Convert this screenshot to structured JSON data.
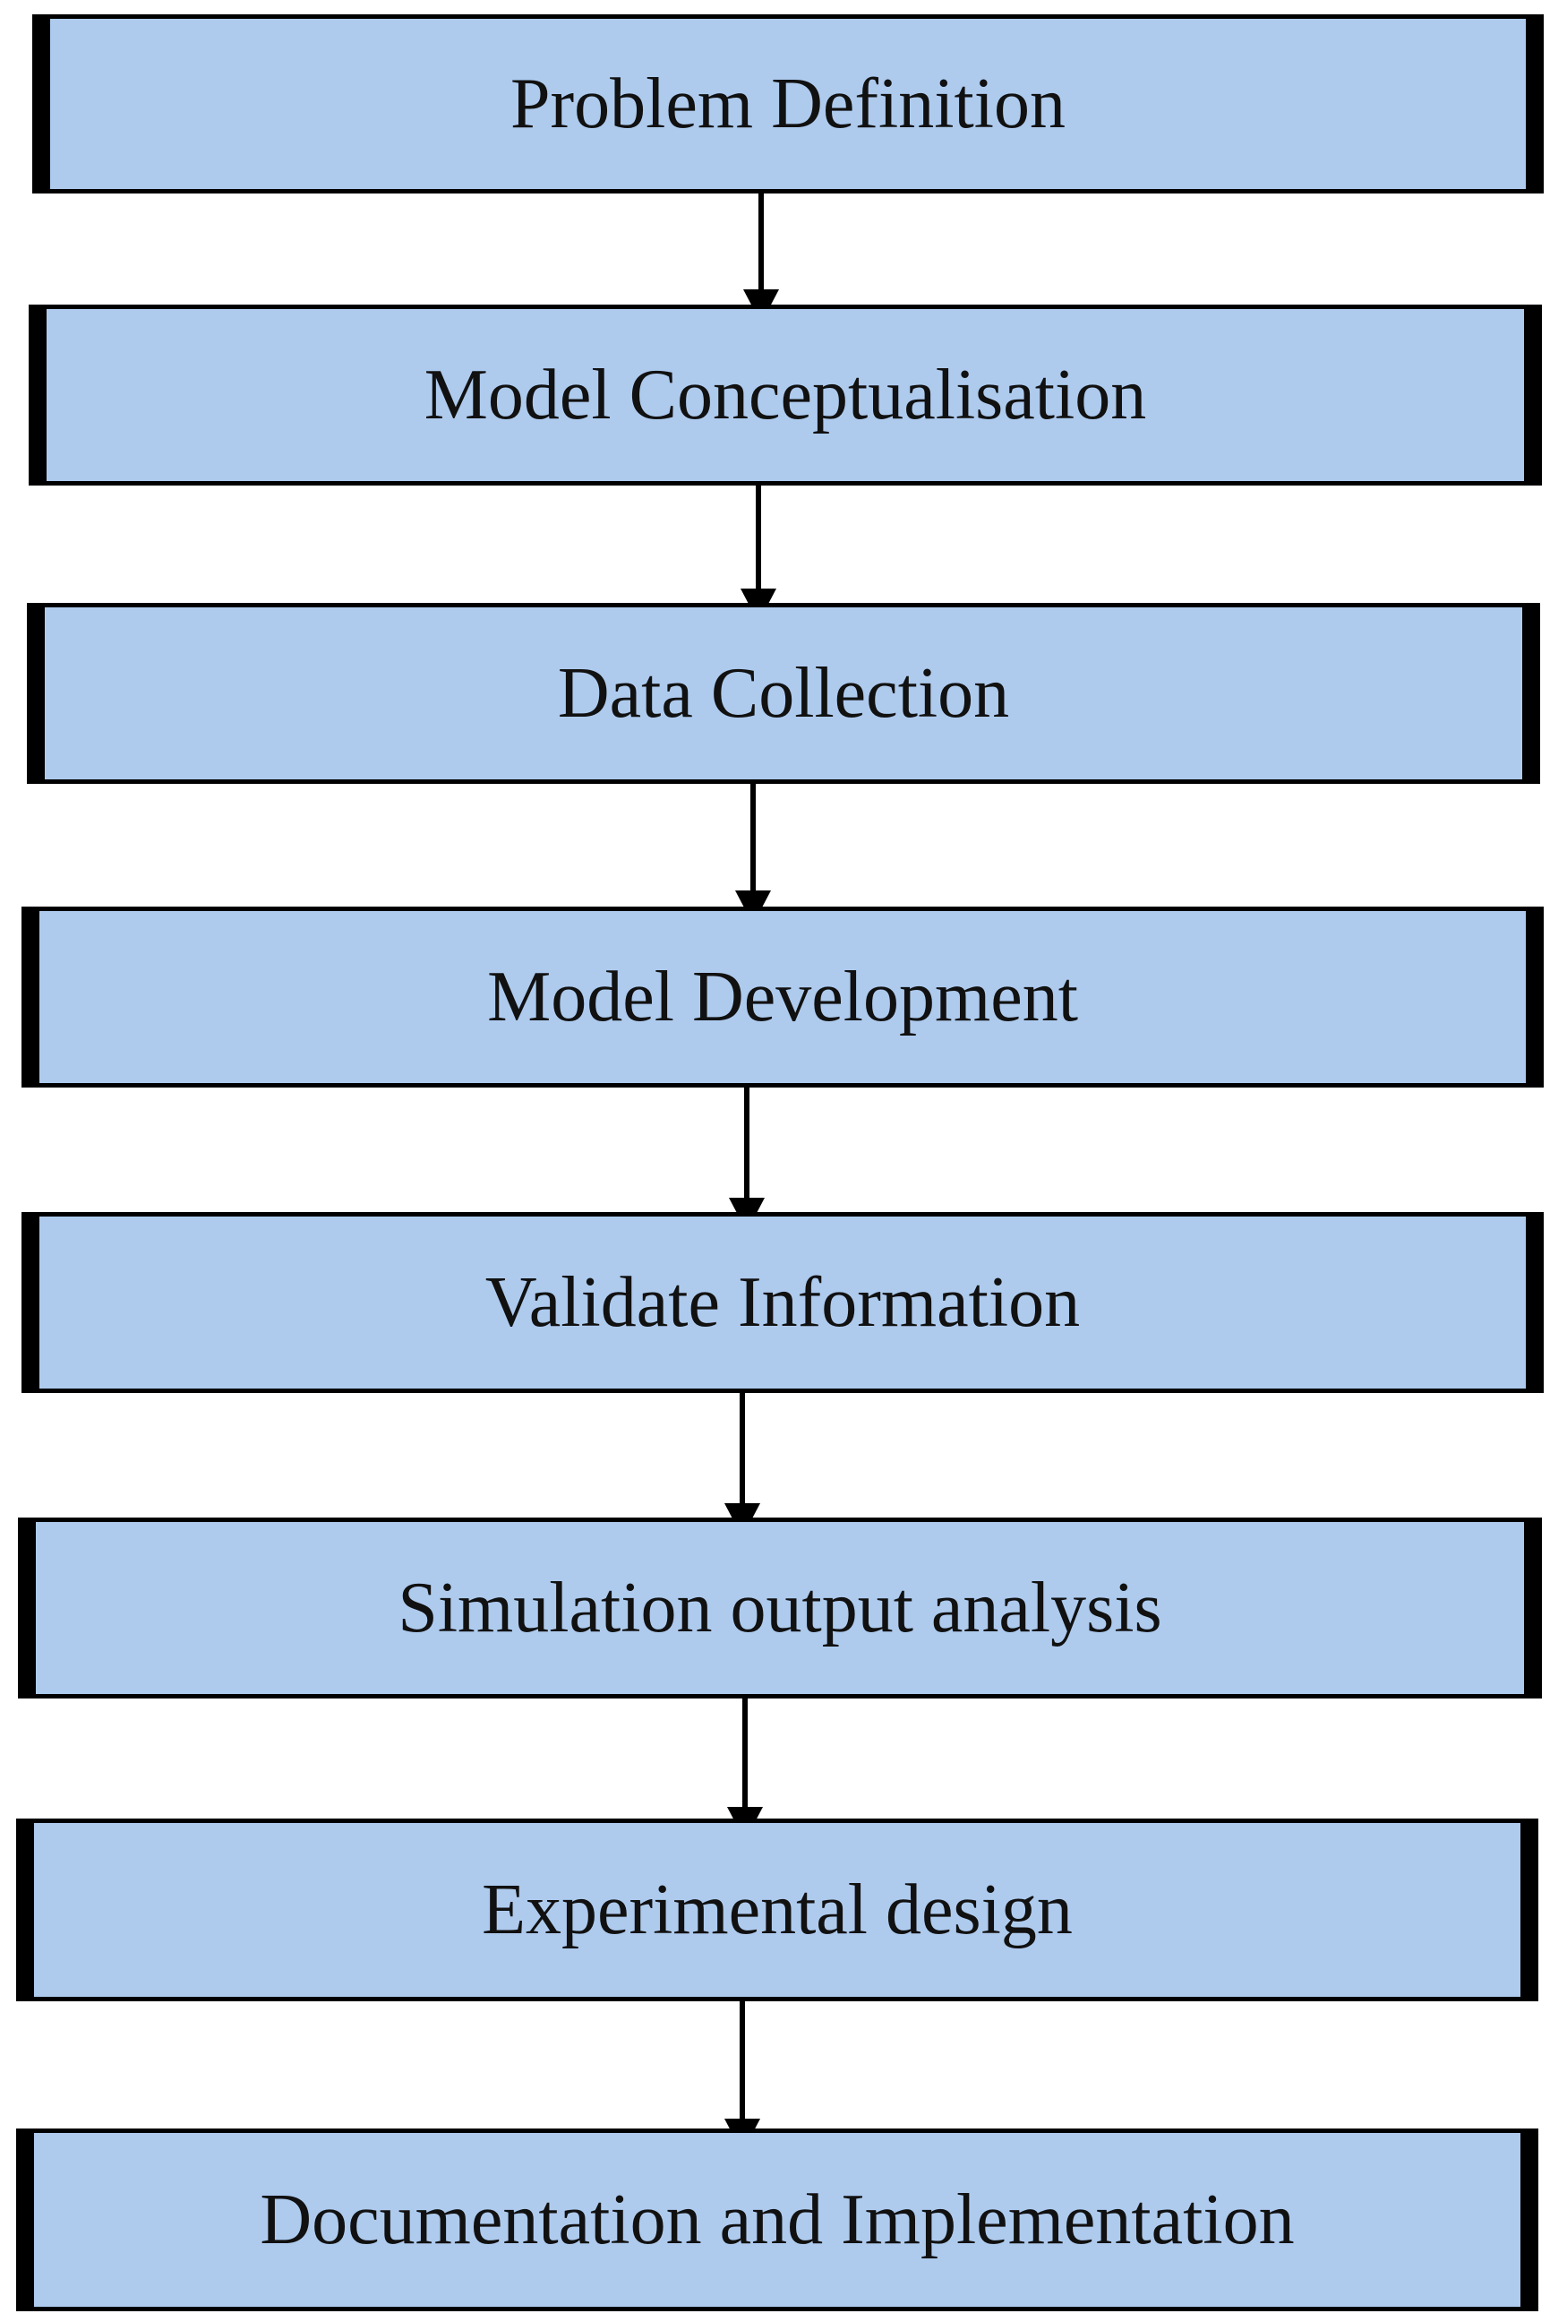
{
  "diagram": {
    "type": "vertical-flowchart",
    "box_fill": "#aecbee",
    "border_color": "#000000",
    "steps": [
      {
        "label": "Problem Definition"
      },
      {
        "label": "Model Conceptualisation"
      },
      {
        "label": "Data Collection"
      },
      {
        "label": "Model Development"
      },
      {
        "label": "Validate Information"
      },
      {
        "label": "Simulation output analysis"
      },
      {
        "label": "Experimental design"
      },
      {
        "label": "Documentation and Implementation"
      }
    ],
    "connectors": [
      {
        "from": "Problem Definition",
        "to": "Model Conceptualisation"
      },
      {
        "from": "Model Conceptualisation",
        "to": "Data Collection"
      },
      {
        "from": "Data Collection",
        "to": "Model Development"
      },
      {
        "from": "Model Development",
        "to": "Validate Information"
      },
      {
        "from": "Validate Information",
        "to": "Simulation output analysis"
      },
      {
        "from": "Simulation output analysis",
        "to": "Experimental design"
      },
      {
        "from": "Experimental design",
        "to": "Documentation and Implementation"
      }
    ]
  }
}
